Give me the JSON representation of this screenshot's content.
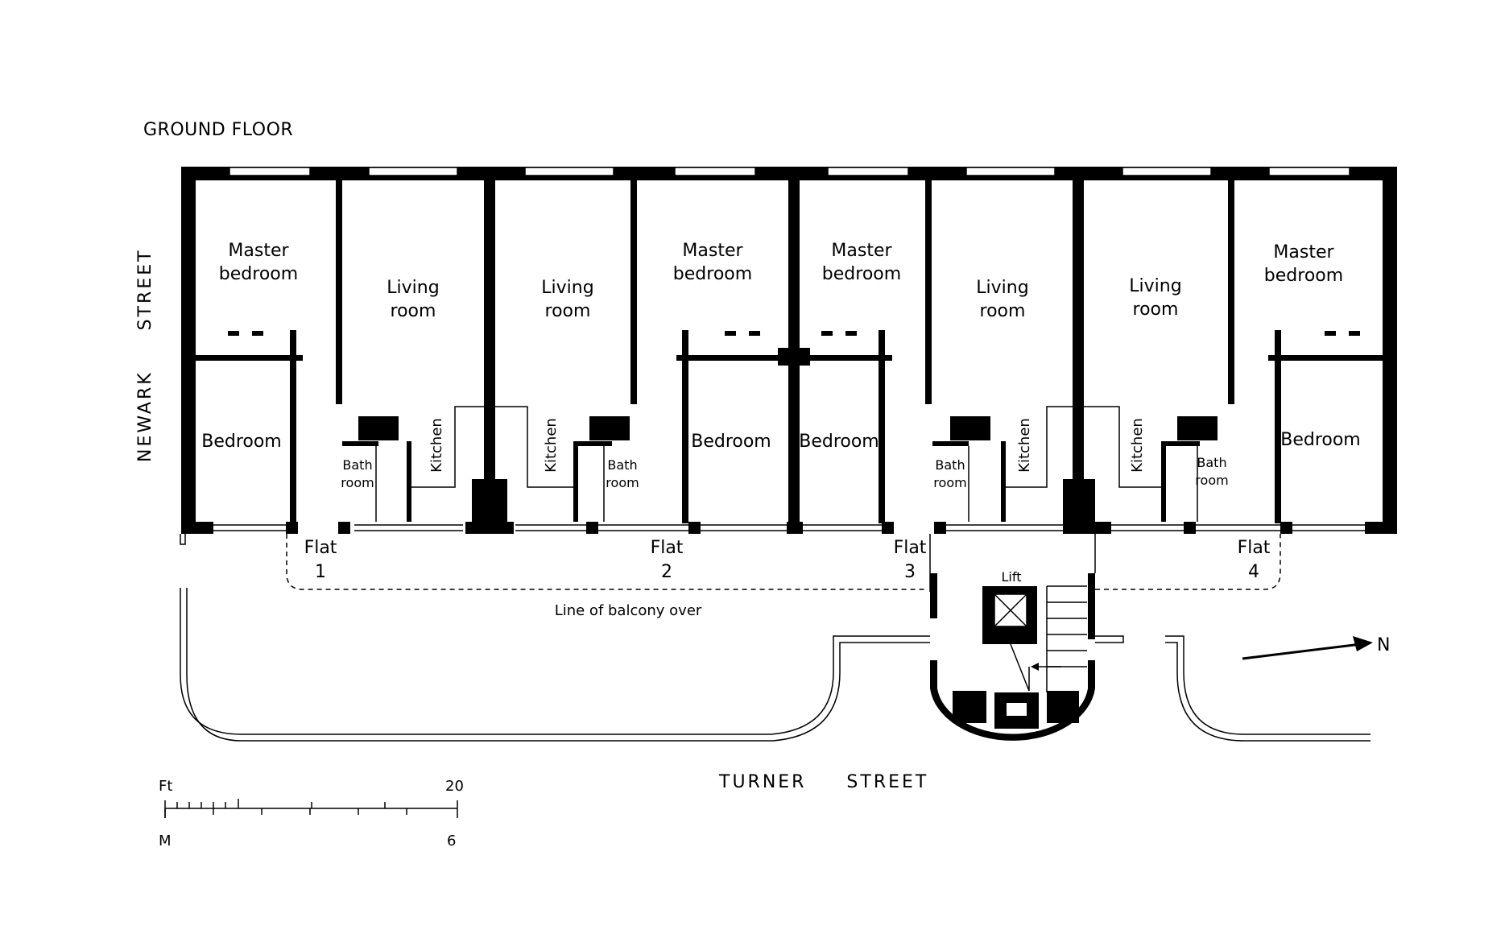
{
  "title": "GROUND FLOOR",
  "streets": {
    "side": "NEWARK     STREET",
    "front": "TURNER     STREET"
  },
  "rooms": {
    "master_bedroom": [
      "Master",
      "bedroom"
    ],
    "living_room": [
      "Living",
      "room"
    ],
    "bedroom": "Bedroom",
    "kitchen": "Kitchen",
    "bathroom": [
      "Bath",
      "room"
    ]
  },
  "flats": [
    {
      "label": "Flat",
      "number": "1"
    },
    {
      "label": "Flat",
      "number": "2"
    },
    {
      "label": "Flat",
      "number": "3"
    },
    {
      "label": "Flat",
      "number": "4"
    }
  ],
  "balcony_note": "Line of balcony over",
  "lift_label": "Lift",
  "north_label": "N",
  "scale": {
    "top_unit": "Ft",
    "top_value": "20",
    "bottom_unit": "M",
    "bottom_value": "6"
  }
}
